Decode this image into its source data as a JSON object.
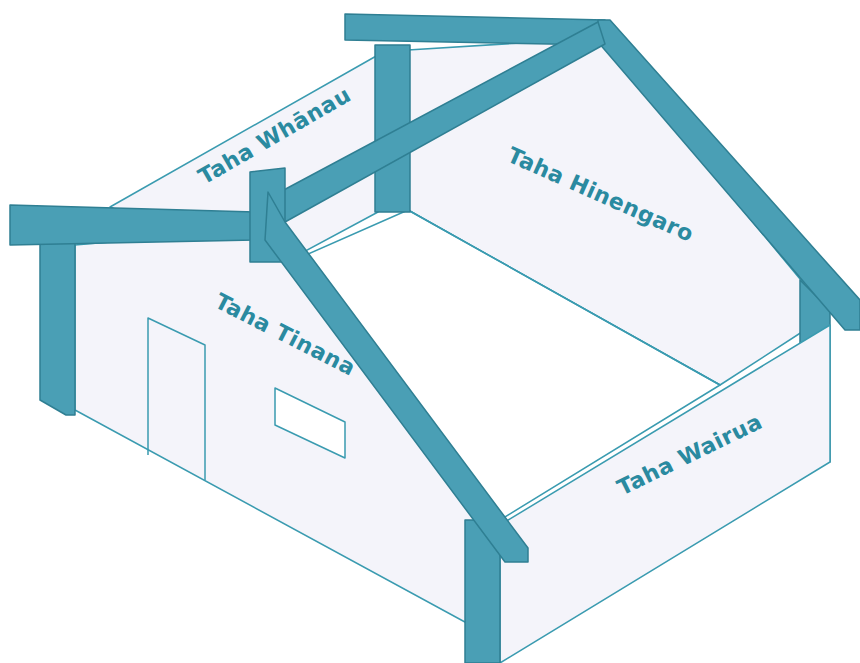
{
  "diagram": {
    "labels": [
      "Taha Whānau",
      "Taha Hinengaro",
      "Taha Tinana",
      "Taha Wairua"
    ]
  }
}
